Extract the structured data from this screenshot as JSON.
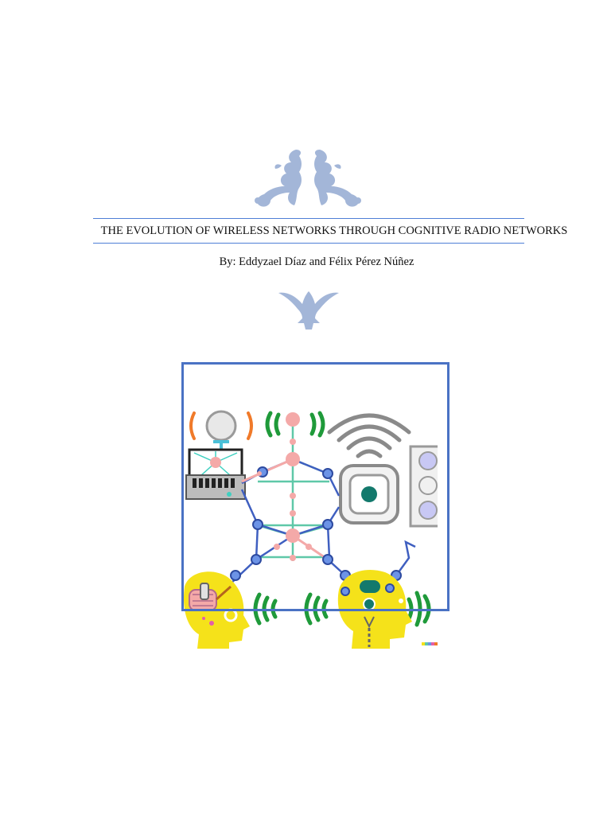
{
  "document": {
    "title": "THE EVOLUTION OF WIRELESS NETWORKS THROUGH COGNITIVE RADIO NETWORKS",
    "byline": "By: Eddyzael Díaz and Félix Pérez Núñez"
  },
  "colors": {
    "ornament": "#a3b6d8",
    "rule": "#4f7fd6",
    "frame": "#4a72c4",
    "network_link": "#3f5fc0",
    "network_spine": "#5fc8a8",
    "node_fill": "#6c93e6",
    "hub_fill": "#f4a9a8",
    "signal_green": "#1f9a3a",
    "signal_orange": "#f07a2a",
    "head_yellow": "#f5e21a",
    "wifi_gray": "#8a8a8a",
    "device_teal": "#13796c"
  },
  "icons": {
    "top_ornament": "floral-scroll-ornament-icon",
    "mid_ornament": "fleur-ornament-icon",
    "illustration": "cognitive-radio-network-illustration"
  }
}
